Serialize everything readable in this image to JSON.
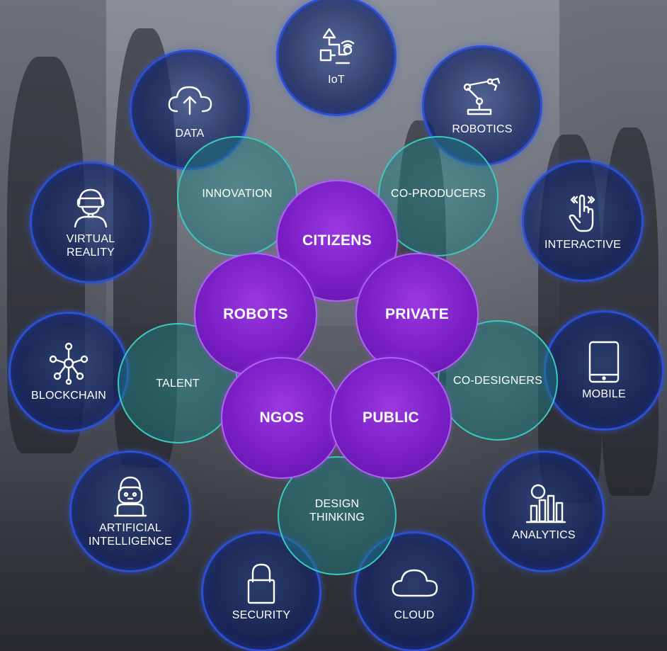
{
  "core": [
    {
      "id": "citizens",
      "label": "CITIZENS"
    },
    {
      "id": "robots",
      "label": "ROBOTS"
    },
    {
      "id": "private",
      "label": "PRIVATE"
    },
    {
      "id": "ngos",
      "label": "NGOS"
    },
    {
      "id": "public",
      "label": "PUBLIC"
    }
  ],
  "middle": [
    {
      "id": "innovation",
      "label": "INNOVATION"
    },
    {
      "id": "co-producers",
      "label": "CO-PRODUCERS"
    },
    {
      "id": "talent",
      "label": "TALENT"
    },
    {
      "id": "co-designers",
      "label": "CO-DESIGNERS"
    },
    {
      "id": "design-thinking",
      "label_line1": "DESIGN",
      "label_line2": "THINKING"
    }
  ],
  "outer": [
    {
      "id": "iot",
      "label": "IoT",
      "icon": "iot-icon"
    },
    {
      "id": "data",
      "label": "DATA",
      "icon": "cloud-upload-icon"
    },
    {
      "id": "robotics",
      "label": "ROBOTICS",
      "icon": "robot-arm-icon"
    },
    {
      "id": "virtual-reality",
      "label_line1": "VIRTUAL",
      "label_line2": "REALITY",
      "icon": "vr-headset-icon"
    },
    {
      "id": "interactive",
      "label": "INTERACTIVE",
      "icon": "touch-hand-icon"
    },
    {
      "id": "blockchain",
      "label": "BLOCKCHAIN",
      "icon": "network-nodes-icon"
    },
    {
      "id": "mobile",
      "label": "MOBILE",
      "icon": "tablet-icon"
    },
    {
      "id": "artificial-intelligence",
      "label_line1": "ARTIFICIAL",
      "label_line2": "INTELLIGENCE",
      "icon": "ai-robot-icon"
    },
    {
      "id": "analytics",
      "label": "ANALYTICS",
      "icon": "bar-chart-icon"
    },
    {
      "id": "security",
      "label": "SECURITY",
      "icon": "padlock-icon"
    },
    {
      "id": "cloud",
      "label": "CLOUD",
      "icon": "cloud-icon"
    }
  ],
  "colors": {
    "outer_border": "#2d4fd6",
    "teal_border": "#39c9c2",
    "purple": "#7a1fc6",
    "text": "#ffffff"
  }
}
